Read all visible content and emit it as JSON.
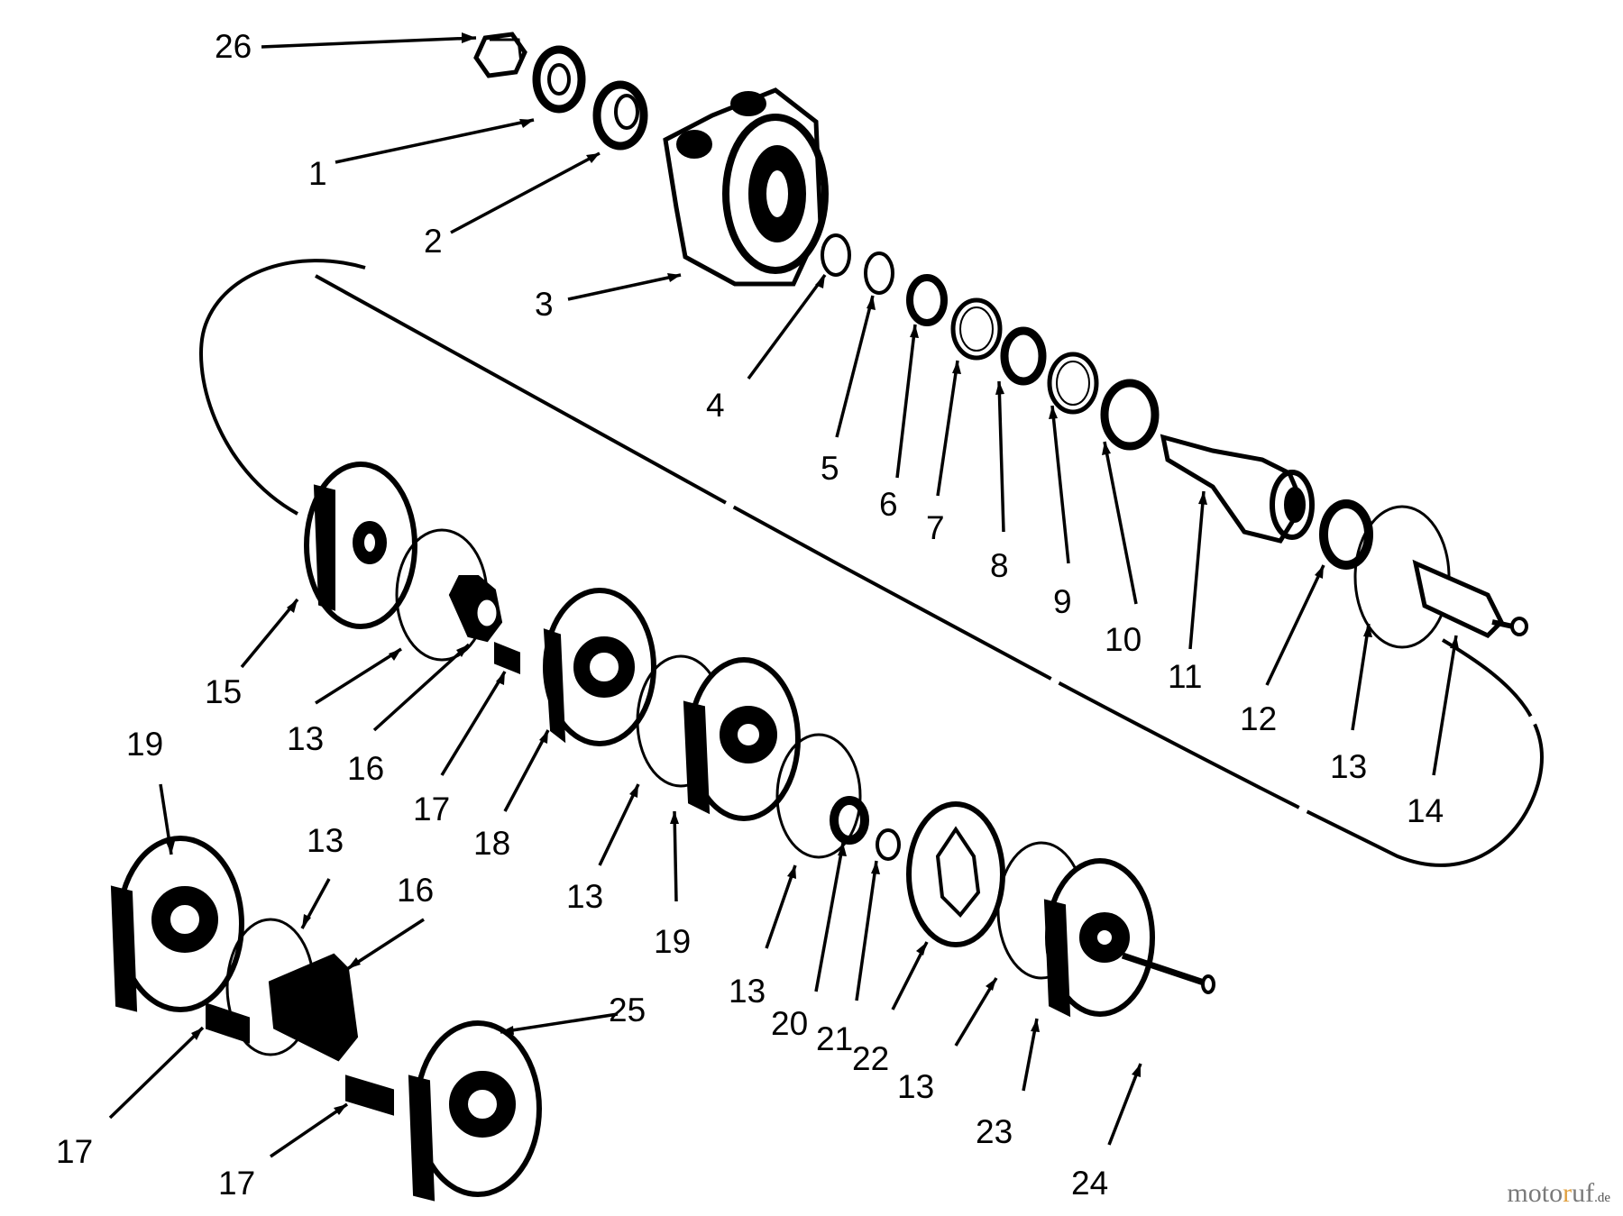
{
  "diagram": {
    "callouts": [
      "26",
      "1",
      "2",
      "3",
      "4",
      "5",
      "6",
      "7",
      "8",
      "9",
      "10",
      "11",
      "12",
      "13",
      "14",
      "15",
      "13",
      "16",
      "17",
      "18",
      "13",
      "19",
      "13",
      "20",
      "21",
      "22",
      "13",
      "23",
      "24",
      "19",
      "13",
      "16",
      "25",
      "17",
      "17"
    ]
  },
  "watermark": {
    "part1": "moto",
    "part2": "r",
    "part3": "uf",
    "tld": ".de"
  },
  "colors": {
    "ink": "#000000",
    "paper": "#ffffff"
  }
}
